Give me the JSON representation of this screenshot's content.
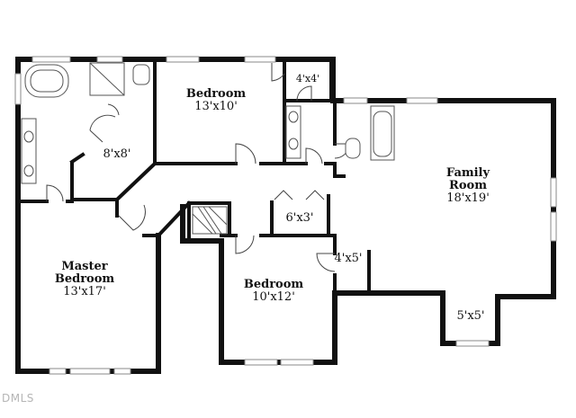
{
  "rooms": {
    "bedroom_top": {
      "name": "Bedroom",
      "dims": "13'x10'"
    },
    "closet_top": {
      "dims": "4'x4'"
    },
    "closet_master": {
      "dims": "8'x8'"
    },
    "master": {
      "name_line1": "Master",
      "name_line2": "Bedroom",
      "dims": "13'x17'"
    },
    "closet_hall": {
      "dims": "6'x3'"
    },
    "closet_mid": {
      "dims": "4'x5'"
    },
    "bedroom_mid": {
      "name": "Bedroom",
      "dims": "10'x12'"
    },
    "family": {
      "name_line1": "Family",
      "name_line2": "Room",
      "dims": "18'x19'"
    },
    "bay": {
      "dims": "5'x5'"
    }
  },
  "watermark": "DMLS"
}
